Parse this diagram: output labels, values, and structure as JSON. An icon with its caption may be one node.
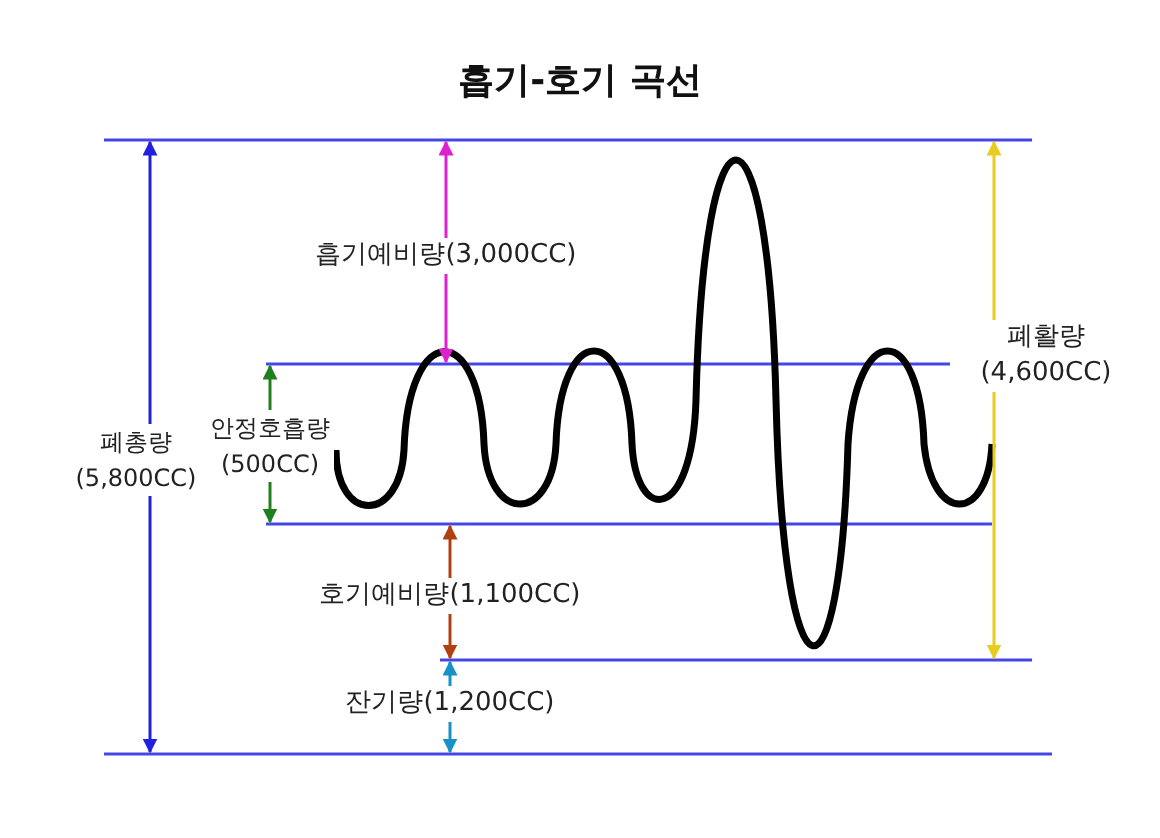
{
  "diagram": {
    "title": "흡기-호기 곡선",
    "labels": [
      "흡기예비량(3,000CC)",
      "폐활량 (4,600CC)",
      "폐총량 (5,800CC)",
      "안정호흡량 (500CC)",
      "호기예비량(1,100CC)",
      "잔기량(1,200CC)"
    ]
  }
}
